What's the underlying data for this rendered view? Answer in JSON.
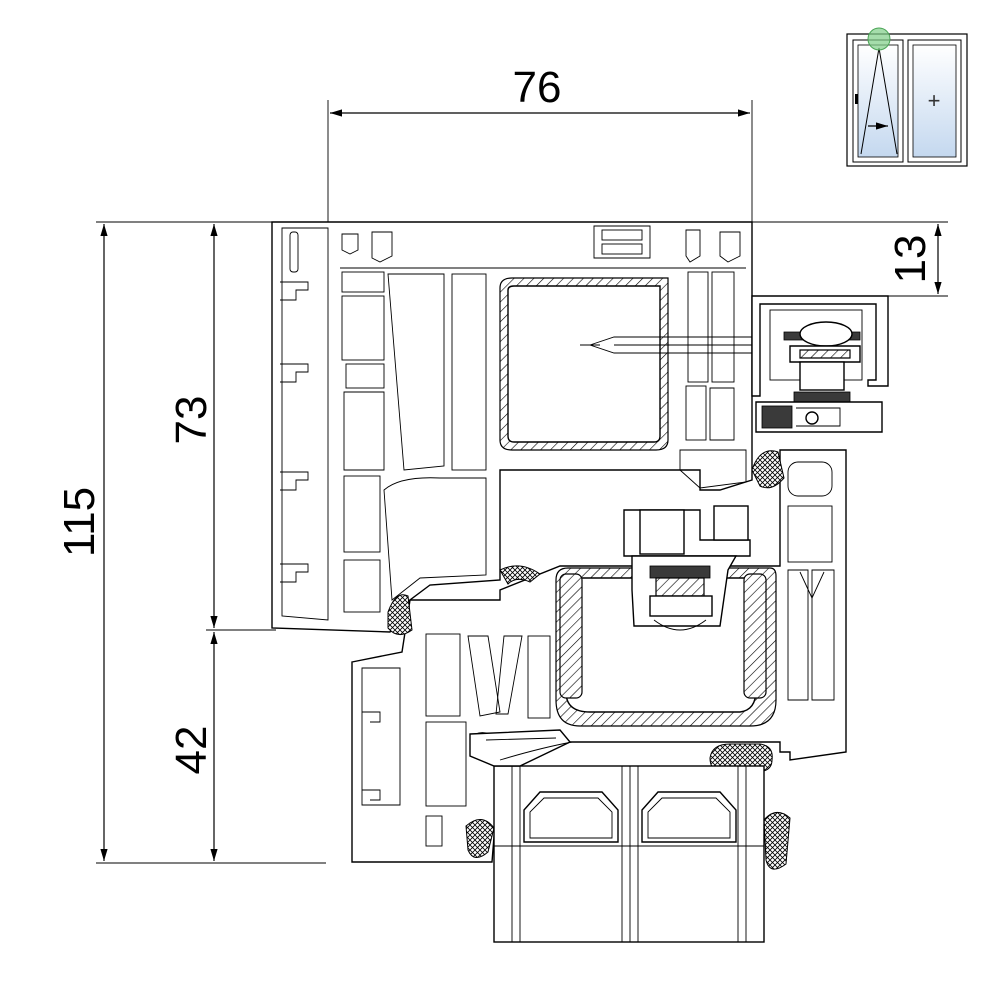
{
  "dimensions": {
    "width": "76",
    "top_offset": "13",
    "total_height": "115",
    "frame_height": "73",
    "sash_height": "42"
  },
  "diagram": {
    "thumbnail": {
      "plus_symbol": "+",
      "accent_color": "#7fcf87",
      "glass_color": "#c4d8ef"
    }
  }
}
